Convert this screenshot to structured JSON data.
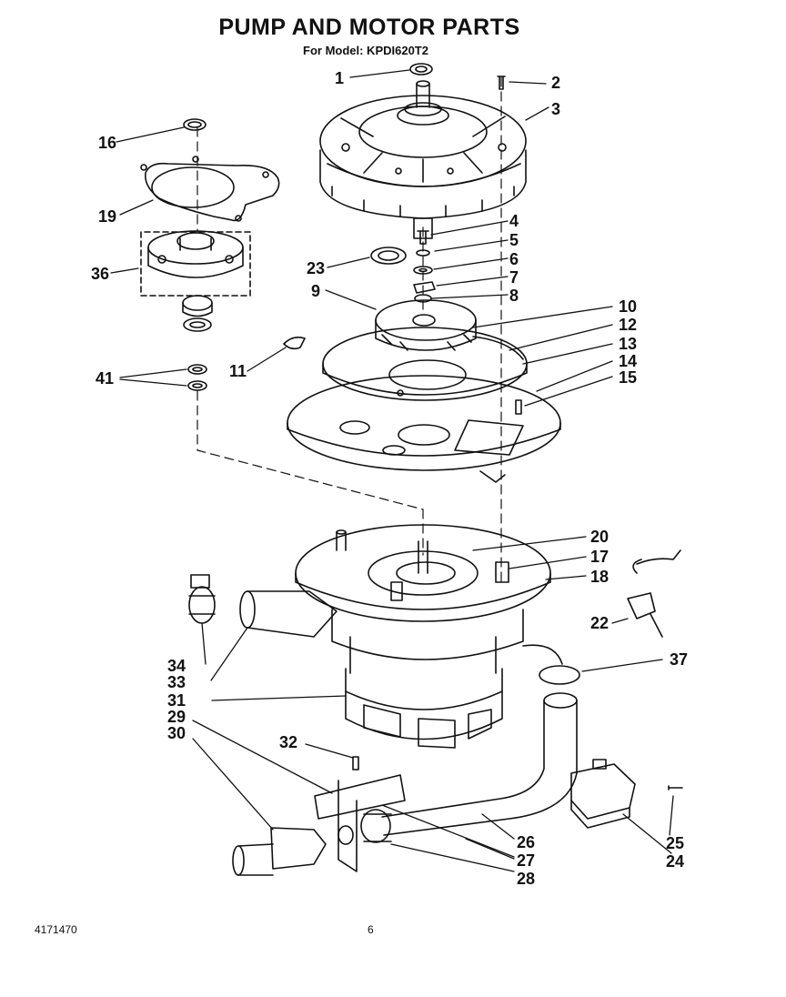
{
  "page": {
    "title": "PUMP AND MOTOR PARTS",
    "model_line": "For Model: KPDI620T2",
    "doc_number": "4171470",
    "page_number": "6"
  },
  "callouts": [
    "1",
    "2",
    "3",
    "4",
    "5",
    "6",
    "7",
    "8",
    "9",
    "10",
    "11",
    "12",
    "13",
    "14",
    "15",
    "16",
    "17",
    "18",
    "19",
    "20",
    "22",
    "23",
    "24",
    "25",
    "26",
    "27",
    "28",
    "29",
    "30",
    "31",
    "32",
    "33",
    "34",
    "36",
    "37",
    "41"
  ]
}
